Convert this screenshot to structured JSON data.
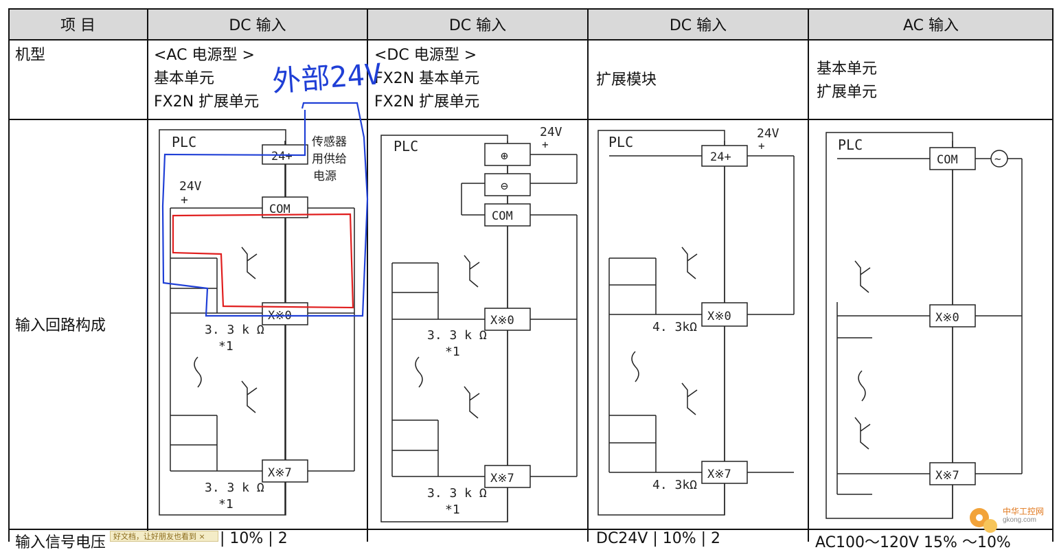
{
  "header": {
    "item": "项 目",
    "col1": "DC 输入",
    "col2": "DC 输入",
    "col3": "DC 输入",
    "col4": "AC 输入"
  },
  "row_model": {
    "label": "机型",
    "col1": [
      "<AC 电源型 >",
      "基本单元",
      "FX2N 扩展单元"
    ],
    "col2": [
      "<DC 电源型 >",
      "FX2N 基本单元",
      "FX2N 扩展单元"
    ],
    "col3": [
      "扩展模块"
    ],
    "col4": [
      "基本单元",
      "扩展单元"
    ]
  },
  "row_circuit": {
    "label": "输入回路构成"
  },
  "diagram_labels": {
    "plc": "PLC",
    "v24": "24V",
    "plus": "+",
    "p24": "24+",
    "com": "COM",
    "x0": "X※0",
    "x7": "X※7",
    "r33": "3. 3 k Ω",
    "r33b": "3. 3 k Ω",
    "note1": "*1",
    "r43": "4. 3kΩ",
    "sensor_supply": [
      "传感器",
      "用供给",
      "电源"
    ],
    "plus_circle": "⊕",
    "minus_circle": "⊖",
    "ac_symbol": "~"
  },
  "annotation": {
    "handwritten": "外部24V"
  },
  "bottom": {
    "partial_label": "输入信号电压",
    "partial_col1": "| 10% | 2",
    "partial_col3": "DC24V | 10% | 2",
    "partial_col4": "AC100～120V 15% ～10%",
    "toast": "好文档，让好朋友也看到 ×"
  },
  "watermark": {
    "brand": "中华工控网",
    "domain": "gkong.com"
  },
  "colors": {
    "header_bg": "#d9d9d9",
    "annotation_blue": "#1f3fd6",
    "annotation_red": "#e01e1e"
  }
}
